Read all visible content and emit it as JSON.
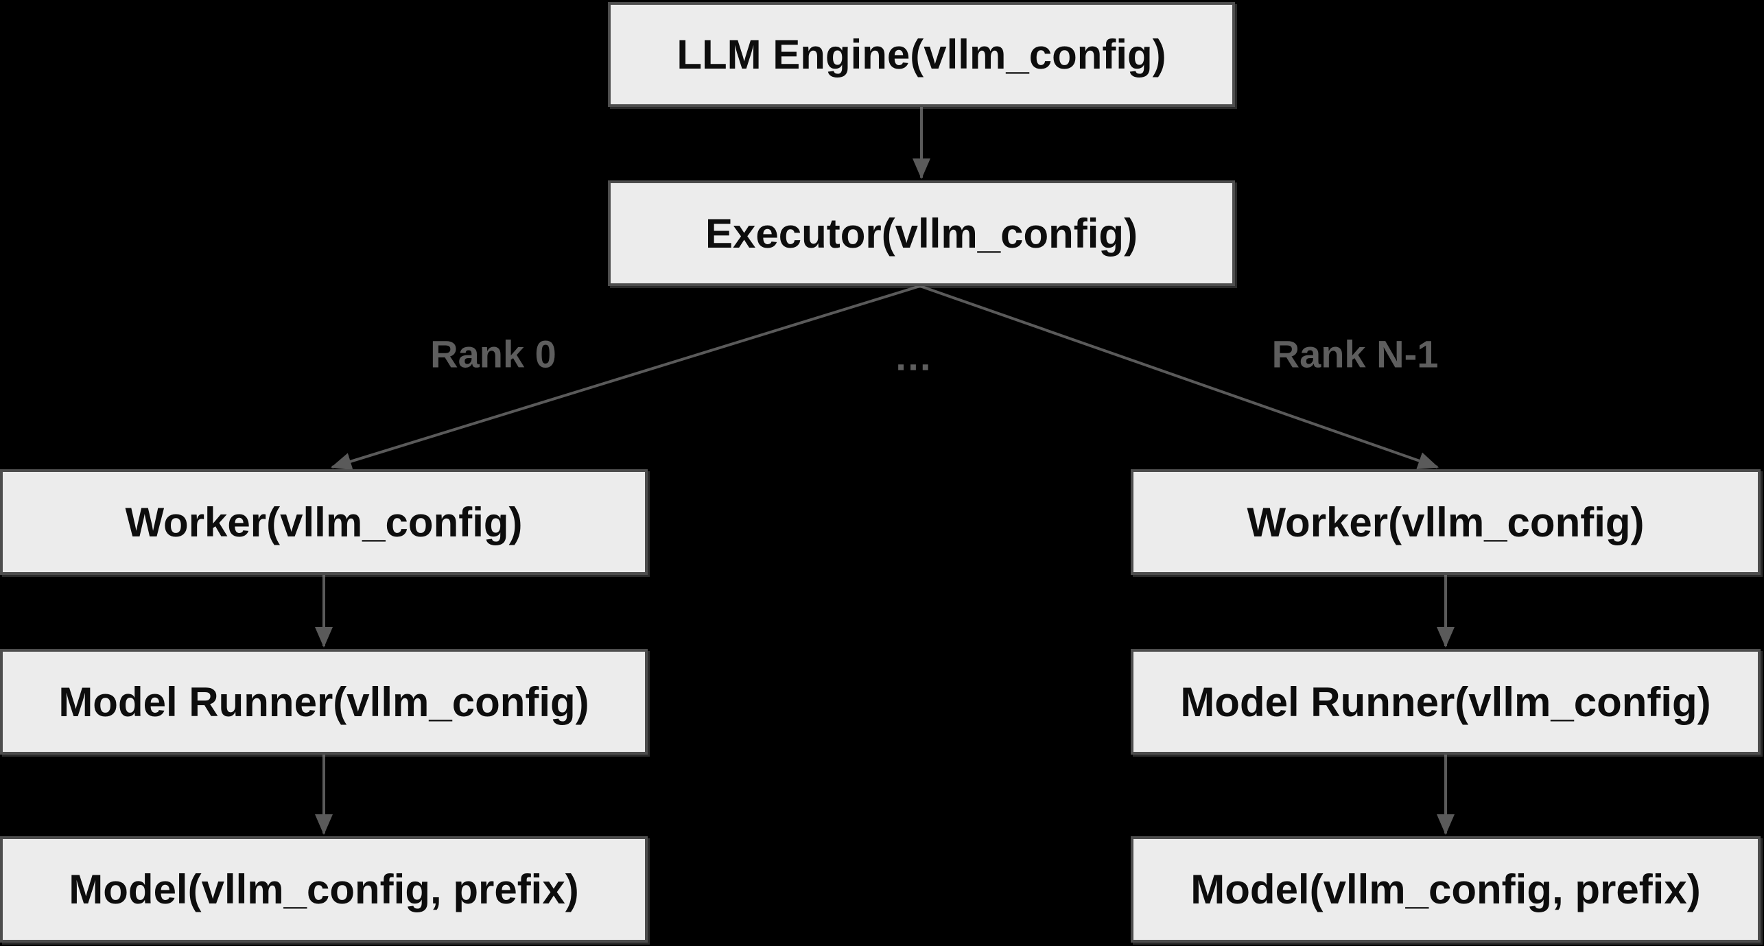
{
  "diagram": {
    "title": "LLM Engine / Executor / Worker hierarchy flowchart",
    "nodes": [
      {
        "id": "llm_engine",
        "label": "LLM Engine(vllm_config)"
      },
      {
        "id": "executor",
        "label": "Executor(vllm_config)"
      },
      {
        "id": "worker_0",
        "label": "Worker(vllm_config)"
      },
      {
        "id": "worker_n",
        "label": "Worker(vllm_config)"
      },
      {
        "id": "model_runner_0",
        "label": "Model Runner(vllm_config)"
      },
      {
        "id": "model_runner_n",
        "label": "Model Runner(vllm_config)"
      },
      {
        "id": "model_0",
        "label": "Model(vllm_config, prefix)"
      },
      {
        "id": "model_n",
        "label": "Model(vllm_config, prefix)"
      }
    ],
    "edge_labels": [
      {
        "id": "rank0",
        "text": "Rank 0"
      },
      {
        "id": "ellipsis",
        "text": "…"
      },
      {
        "id": "rank_n1",
        "text": "Rank N-1"
      }
    ],
    "edges": [
      {
        "from": "llm_engine",
        "to": "executor",
        "label": ""
      },
      {
        "from": "executor",
        "to": "worker_0",
        "label": "Rank 0"
      },
      {
        "from": "executor",
        "to": "worker_n",
        "label": "Rank N-1"
      },
      {
        "from": "worker_0",
        "to": "model_runner_0",
        "label": ""
      },
      {
        "from": "worker_n",
        "to": "model_runner_n",
        "label": ""
      },
      {
        "from": "model_runner_0",
        "to": "model_0",
        "label": ""
      },
      {
        "from": "model_runner_n",
        "to": "model_n",
        "label": ""
      }
    ],
    "colors": {
      "background": "#000000",
      "node_fill": "#ececec",
      "node_border": "#4d4d4d",
      "node_text": "#0d0d0d",
      "edge": "#5a5a5a",
      "edge_label": "#5e5e5e"
    }
  }
}
